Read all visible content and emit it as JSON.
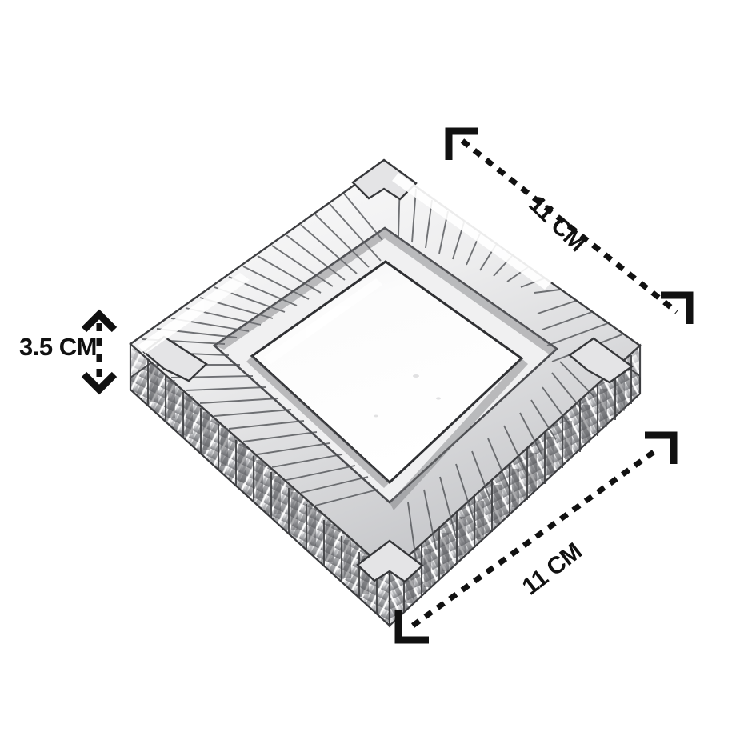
{
  "image": {
    "kind": "product-dimension-photo",
    "background_color": "#ffffff",
    "subject": "clear-crystal-glass-square-ashtray"
  },
  "product": {
    "name": "crystal-glass-ashtray",
    "shape": "square",
    "view": "three-quarter-isometric",
    "material_color": "#ffffff",
    "outline_color": "#2b2b2b",
    "texture": "vertical-fluted-ribbed-walls",
    "basin_color": "#fdfdfd",
    "cigarette_rest_count": 4
  },
  "annotations": {
    "height": {
      "value": "3.5 CM",
      "orientation": "vertical",
      "arrow_style": "double-headed-dashed-chevron",
      "color": "#111111"
    },
    "width_top": {
      "value": "11 CM",
      "orientation": "diagonal-descending",
      "arrow_style": "double-headed-dashed-chevron",
      "color": "#111111"
    },
    "depth_bottom": {
      "value": "11 CM",
      "orientation": "diagonal-ascending",
      "arrow_style": "double-headed-dashed-chevron",
      "color": "#111111"
    }
  },
  "style": {
    "dash_stroke_width": 7,
    "dash_pattern": "10 9",
    "arrow_stroke_width": 9,
    "line_color": "#111111"
  }
}
